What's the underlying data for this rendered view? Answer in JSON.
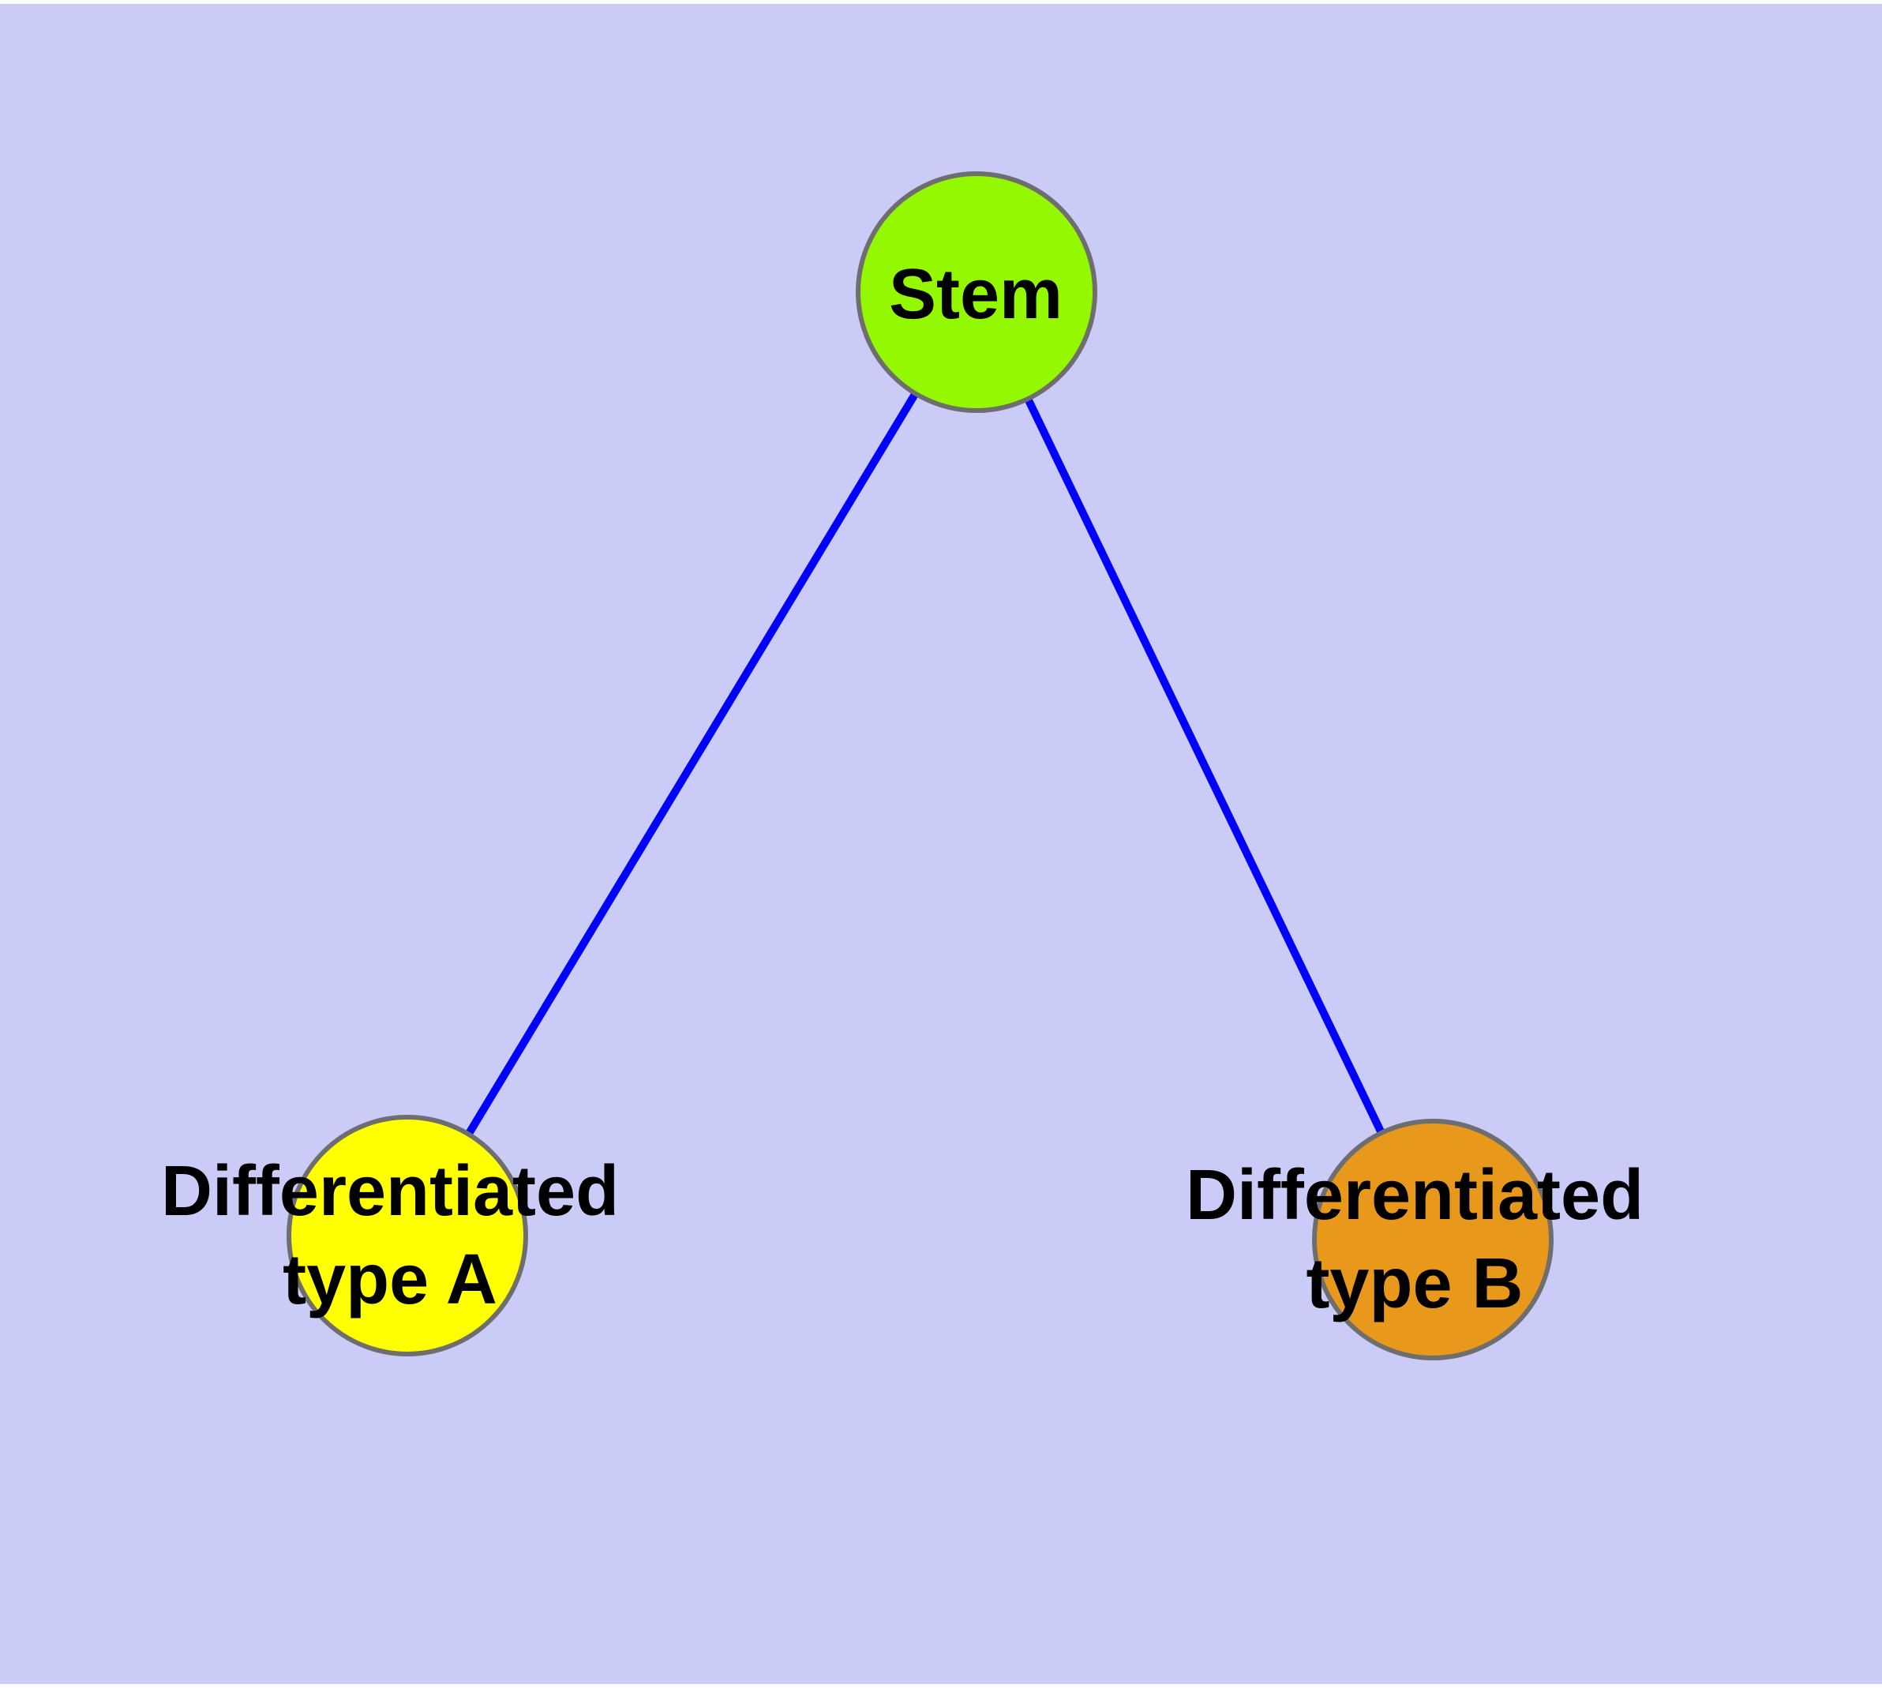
{
  "page": {
    "background_color": "#CBCBF8",
    "frame_color": "#FFFFFF"
  },
  "graph": {
    "type": "node-link-diagram",
    "edge_color": "#0000FF",
    "node_border_color": "#6E6E6E",
    "label_color": "#000000",
    "nodes": [
      {
        "id": "stem",
        "label": "Stem",
        "label_line1": "Stem",
        "label_line2": "",
        "color": "#94F900"
      },
      {
        "id": "type-a",
        "label": "Differentiated type A",
        "label_line1": "Differentiated",
        "label_line2": "type A",
        "color": "#FFFF00"
      },
      {
        "id": "type-b",
        "label": "Differentiated type B",
        "label_line1": "Differentiated",
        "label_line2": "type B",
        "color": "#E8991C"
      }
    ],
    "edges": [
      {
        "from": "Stem",
        "to": "Differentiated type A"
      },
      {
        "from": "Stem",
        "to": "Differentiated type B"
      }
    ]
  }
}
